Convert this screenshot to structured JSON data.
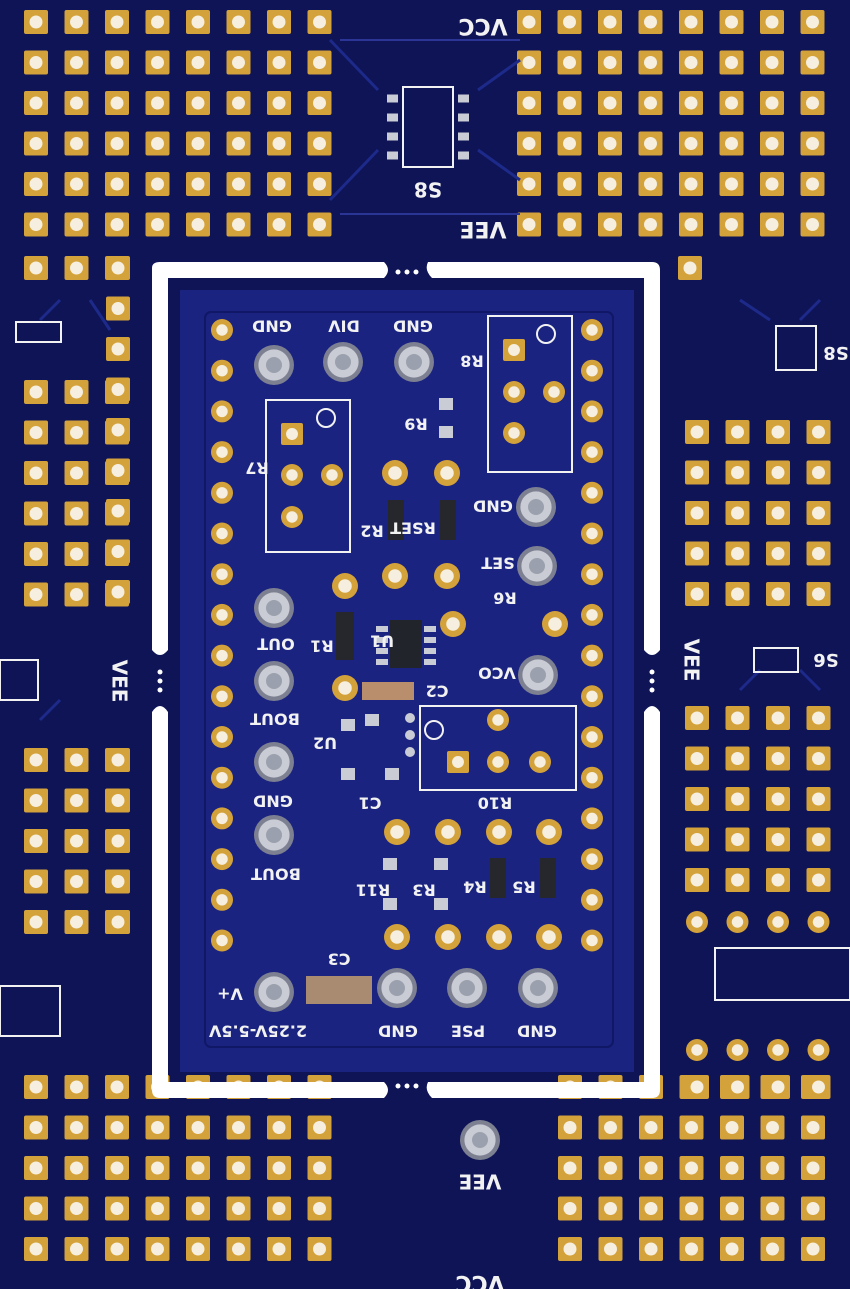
{
  "colors": {
    "substrate": "#0e1456",
    "mask": "#1a2380",
    "copper_gold": "#d4a23a",
    "hole": "#f6efe0",
    "silk": "#f2f2f2",
    "cutout": "#ffffff",
    "via_silver": "#c9ccd4"
  },
  "labels": {
    "vcc_top": "VCC",
    "vee_top": "VEE",
    "s8_top": "S8",
    "s8_right": "S8",
    "s6_right": "S6",
    "vee_left": "VEE",
    "vee_right": "VEE",
    "vee_bottom": "VEE",
    "vcc_bottom": "VCC",
    "gnd_1": "GND",
    "div": "DIV",
    "gnd_2": "GND",
    "r8": "R8",
    "r9": "R9",
    "r7": "R7",
    "gnd_3": "GND",
    "r2": "R2",
    "rset": "RSET",
    "set": "SET",
    "r6": "R6",
    "out": "OUT",
    "r1": "R1",
    "u1": "U1",
    "vco": "VCO",
    "c2": "C2",
    "bout_1": "BOUT",
    "u2": "U2",
    "gnd_4": "GND",
    "c1": "C1",
    "r10": "R10",
    "bout_2": "BOUT",
    "r11": "R11",
    "r3": "R3",
    "r4": "R4",
    "r5": "R5",
    "c3": "C3",
    "vplus": "V+",
    "voltage": "2.25V-5.5V",
    "gnd_5": "GND",
    "pse": "PSE",
    "gnd_6": "GND"
  }
}
